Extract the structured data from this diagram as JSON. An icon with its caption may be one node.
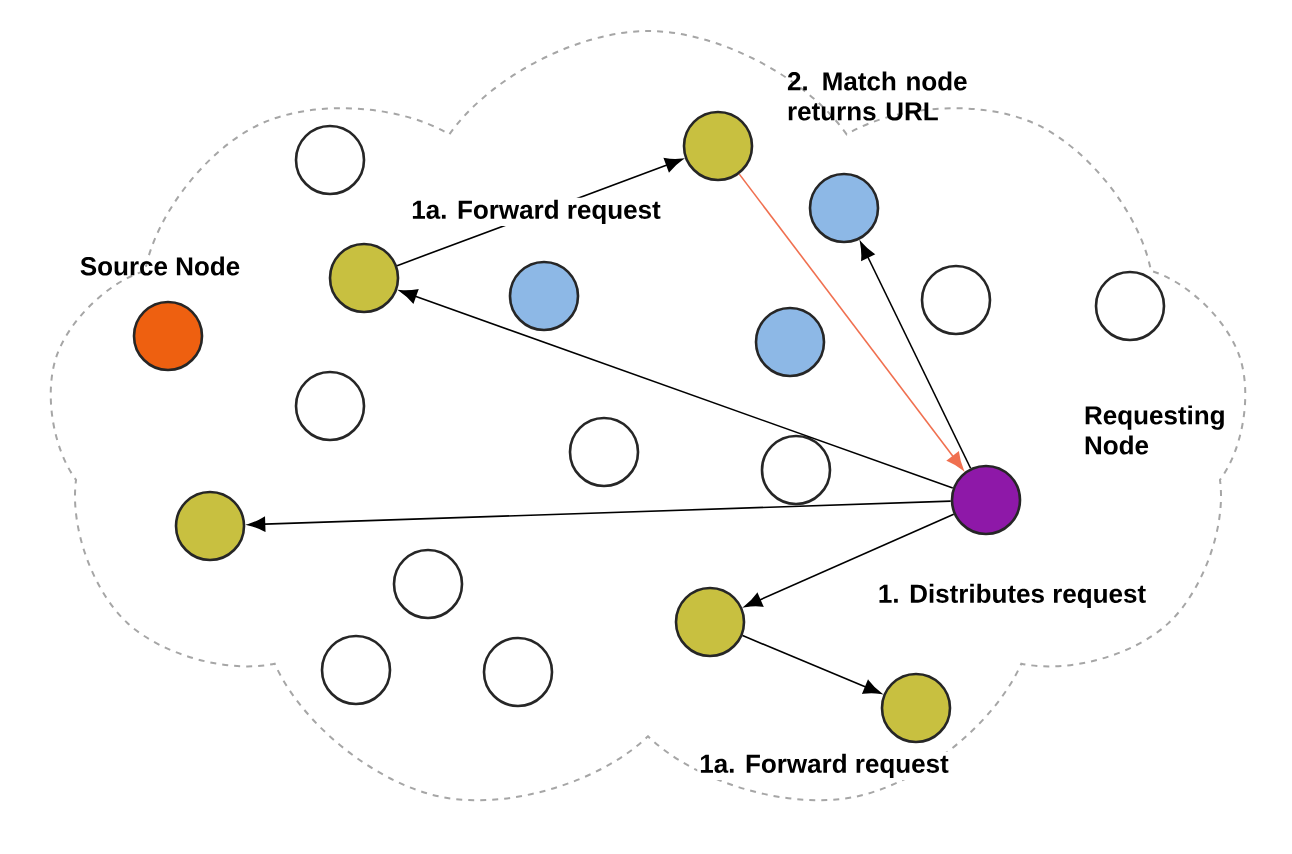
{
  "diagram": {
    "nodes": [
      {
        "text": [],
        "shape": "cloud"
      },
      {
        "text": [],
        "shape": "circle",
        "in": 0,
        "beside": [
          "2. Match node returns URL"
        ]
      },
      {
        "text": [],
        "shape": "circle",
        "in": 0
      },
      {
        "text": [],
        "shape": "circle",
        "in": 0
      },
      {
        "text": [],
        "shape": "circle",
        "in": 0
      },
      {
        "text": [],
        "shape": "circle",
        "in": 0
      },
      {
        "text": [],
        "shape": "circle",
        "in": 0,
        "beside": [
          "Source Node"
        ]
      },
      {
        "text": [],
        "shape": "circle",
        "in": 0
      },
      {
        "text": [],
        "shape": "circle",
        "in": 0
      },
      {
        "text": [],
        "shape": "circle",
        "in": 0
      },
      {
        "text": [],
        "shape": "circle",
        "in": 0
      },
      {
        "text": [],
        "shape": "circle",
        "in": 0
      },
      {
        "text": [],
        "shape": "circle",
        "in": 0
      },
      {
        "text": [],
        "shape": "circle",
        "in": 0,
        "beside": [
          "Requesting Node"
        ]
      },
      {
        "text": [],
        "shape": "circle",
        "in": 0
      },
      {
        "text": [],
        "shape": "circle",
        "in": 0
      },
      {
        "text": [],
        "shape": "circle",
        "in": 0
      },
      {
        "text": [],
        "shape": "circle",
        "in": 0
      },
      {
        "text": [],
        "shape": "circle",
        "in": 0
      },
      {
        "text": [],
        "shape": "circle",
        "in": 0
      }
    ],
    "edges": [
      {
        "from": 13,
        "to": 4,
        "arrow": "to"
      },
      {
        "from": 4,
        "to": 1,
        "arrow": "to",
        "label": "1a. Forward request"
      },
      {
        "from": 1,
        "to": 13,
        "arrow": "to",
        "color": "#f07050"
      },
      {
        "from": 13,
        "to": 3,
        "arrow": "to"
      },
      {
        "from": 13,
        "to": 14,
        "arrow": "to"
      },
      {
        "from": 13,
        "to": 16,
        "arrow": "to",
        "label": "1. Distributes request"
      },
      {
        "from": 16,
        "to": 19,
        "arrow": "to",
        "label": "1a. Forward request"
      }
    ]
  }
}
